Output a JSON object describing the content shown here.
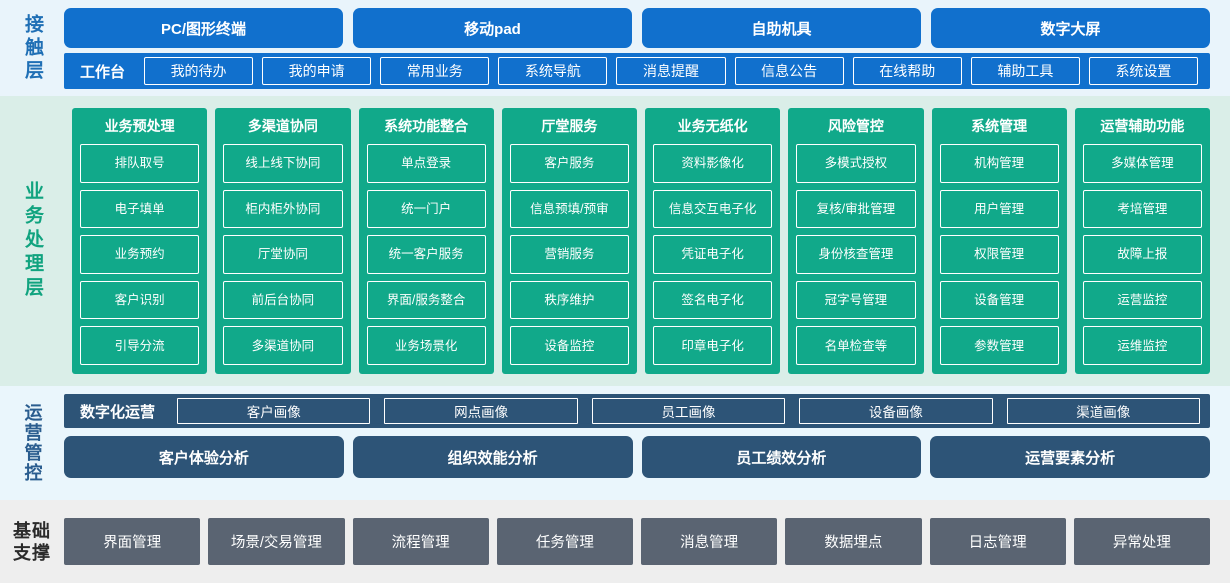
{
  "colors": {
    "contact_bg": "#e9f4fb",
    "contact_blue": "#1170cd",
    "contact_label": "#1f6fb5",
    "business_bg": "#daeee8",
    "business_green": "#11a98a",
    "business_label": "#10a37f",
    "ops_bg": "#eaf6fc",
    "ops_navy": "#2d5477",
    "ops_label": "#2a5d8f",
    "foundation_bg": "#eeeeee",
    "foundation_gray": "#5a6472",
    "foundation_label": "#2b2b2b"
  },
  "contact_layer": {
    "label": "接触层",
    "channels": [
      "PC/图形终端",
      "移动pad",
      "自助机具",
      "数字大屏"
    ],
    "workbench": {
      "title": "工作台",
      "chips": [
        "我的待办",
        "我的申请",
        "常用业务",
        "系统导航",
        "消息提醒",
        "信息公告",
        "在线帮助",
        "辅助工具",
        "系统设置"
      ]
    }
  },
  "business_layer": {
    "label": "业务处理层",
    "columns": [
      {
        "title": "业务预处理",
        "items": [
          "排队取号",
          "电子填单",
          "业务预约",
          "客户识别",
          "引导分流"
        ]
      },
      {
        "title": "多渠道协同",
        "items": [
          "线上线下协同",
          "柜内柜外协同",
          "厅堂协同",
          "前后台协同",
          "多渠道协同"
        ]
      },
      {
        "title": "系统功能整合",
        "items": [
          "单点登录",
          "统一门户",
          "统一客户服务",
          "界面/服务整合",
          "业务场景化"
        ]
      },
      {
        "title": "厅堂服务",
        "items": [
          "客户服务",
          "信息预填/预审",
          "营销服务",
          "秩序维护",
          "设备监控"
        ]
      },
      {
        "title": "业务无纸化",
        "items": [
          "资料影像化",
          "信息交互电子化",
          "凭证电子化",
          "签名电子化",
          "印章电子化"
        ]
      },
      {
        "title": "风险管控",
        "items": [
          "多模式授权",
          "复核/审批管理",
          "身份核查管理",
          "冠字号管理",
          "名单检查等"
        ]
      },
      {
        "title": "系统管理",
        "items": [
          "机构管理",
          "用户管理",
          "权限管理",
          "设备管理",
          "参数管理"
        ]
      },
      {
        "title": "运营辅助功能",
        "items": [
          "多媒体管理",
          "考培管理",
          "故障上报",
          "运营监控",
          "运维监控"
        ]
      }
    ]
  },
  "operations_layer": {
    "label": "运营管控",
    "portrait": {
      "title": "数字化运营",
      "chips": [
        "客户画像",
        "网点画像",
        "员工画像",
        "设备画像",
        "渠道画像"
      ]
    },
    "analysis": [
      "客户体验分析",
      "组织效能分析",
      "员工绩效分析",
      "运营要素分析"
    ]
  },
  "foundation_layer": {
    "label_line1": "基础",
    "label_line2": "支撑",
    "items": [
      "界面管理",
      "场景/交易管理",
      "流程管理",
      "任务管理",
      "消息管理",
      "数据埋点",
      "日志管理",
      "异常处理"
    ]
  }
}
